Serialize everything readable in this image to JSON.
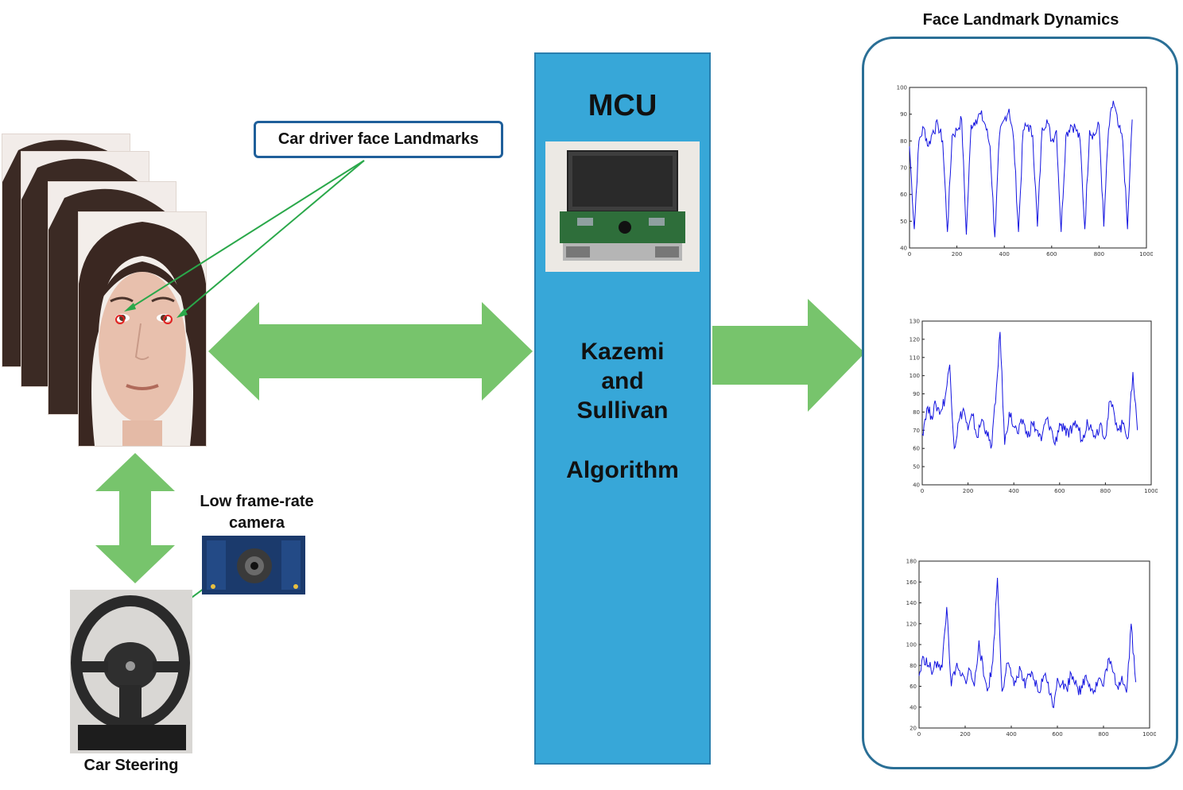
{
  "labels": {
    "landmarks_box": "Car driver face Landmarks",
    "mcu": "MCU",
    "algorithm_line1": "Kazemi",
    "algorithm_line2": "and",
    "algorithm_line3": "Sullivan",
    "algorithm_line4": "Algorithm",
    "camera_line1": "Low frame-rate",
    "camera_line2": "camera",
    "steering": "Car Steering",
    "dynamics_title": "Face Landmark Dynamics"
  },
  "colors": {
    "arrow_green": "#77c46c",
    "pointer_green": "#2aa84a",
    "mcu_blue": "#37a7d8",
    "panel_border": "#2a6f96",
    "signal_blue": "#1414e0"
  },
  "chart_data": [
    {
      "type": "line",
      "x_ticks": [
        0,
        200,
        400,
        600,
        800,
        1000
      ],
      "y_ticks": [
        40,
        50,
        60,
        70,
        80,
        90,
        100
      ],
      "xlim": [
        0,
        1000
      ],
      "ylim": [
        40,
        100
      ],
      "x": [
        0,
        20,
        40,
        60,
        80,
        100,
        120,
        140,
        160,
        180,
        200,
        220,
        240,
        260,
        280,
        300,
        320,
        340,
        360,
        380,
        400,
        420,
        440,
        460,
        480,
        500,
        520,
        540,
        560,
        580,
        600,
        620,
        640,
        660,
        680,
        700,
        720,
        740,
        760,
        780,
        800,
        820,
        840,
        860,
        880,
        900,
        920,
        940
      ],
      "values": [
        78,
        47,
        80,
        85,
        78,
        84,
        86,
        80,
        46,
        82,
        84,
        88,
        45,
        86,
        88,
        90,
        86,
        78,
        44,
        82,
        88,
        92,
        80,
        46,
        84,
        86,
        82,
        48,
        85,
        88,
        80,
        84,
        46,
        82,
        86,
        85,
        80,
        47,
        84,
        82,
        86,
        48,
        84,
        95,
        86,
        80,
        47,
        88
      ]
    },
    {
      "type": "line",
      "x_ticks": [
        0,
        200,
        400,
        600,
        800,
        1000
      ],
      "y_ticks": [
        40,
        50,
        60,
        70,
        80,
        90,
        100,
        110,
        120,
        130
      ],
      "xlim": [
        0,
        1000
      ],
      "ylim": [
        40,
        130
      ],
      "x": [
        0,
        20,
        40,
        60,
        80,
        100,
        120,
        140,
        160,
        180,
        200,
        220,
        240,
        260,
        280,
        300,
        320,
        340,
        360,
        380,
        400,
        420,
        440,
        460,
        480,
        500,
        520,
        540,
        560,
        580,
        600,
        620,
        640,
        660,
        680,
        700,
        720,
        740,
        760,
        780,
        800,
        820,
        840,
        860,
        880,
        900,
        920,
        940
      ],
      "values": [
        68,
        82,
        78,
        84,
        80,
        88,
        106,
        60,
        75,
        82,
        70,
        78,
        66,
        76,
        70,
        60,
        85,
        124,
        62,
        80,
        72,
        68,
        76,
        66,
        74,
        70,
        64,
        76,
        72,
        62,
        74,
        70,
        66,
        74,
        72,
        64,
        76,
        70,
        68,
        74,
        66,
        86,
        78,
        70,
        74,
        66,
        102,
        70
      ]
    },
    {
      "type": "line",
      "x_ticks": [
        0,
        200,
        400,
        600,
        800,
        1000
      ],
      "y_ticks": [
        20,
        40,
        60,
        80,
        100,
        120,
        140,
        160,
        180
      ],
      "xlim": [
        0,
        1000
      ],
      "ylim": [
        20,
        180
      ],
      "x": [
        0,
        20,
        40,
        60,
        80,
        100,
        120,
        140,
        160,
        180,
        200,
        220,
        240,
        260,
        280,
        300,
        320,
        340,
        360,
        380,
        400,
        420,
        440,
        460,
        480,
        500,
        520,
        540,
        560,
        580,
        600,
        620,
        640,
        660,
        680,
        700,
        720,
        740,
        760,
        780,
        800,
        820,
        840,
        860,
        880,
        900,
        920,
        940
      ],
      "values": [
        70,
        88,
        80,
        74,
        84,
        78,
        136,
        60,
        78,
        70,
        66,
        76,
        60,
        104,
        70,
        58,
        84,
        164,
        55,
        82,
        70,
        64,
        76,
        58,
        72,
        66,
        54,
        70,
        64,
        40,
        68,
        62,
        58,
        72,
        66,
        52,
        70,
        62,
        56,
        68,
        60,
        86,
        74,
        60,
        70,
        54,
        120,
        64
      ]
    }
  ]
}
